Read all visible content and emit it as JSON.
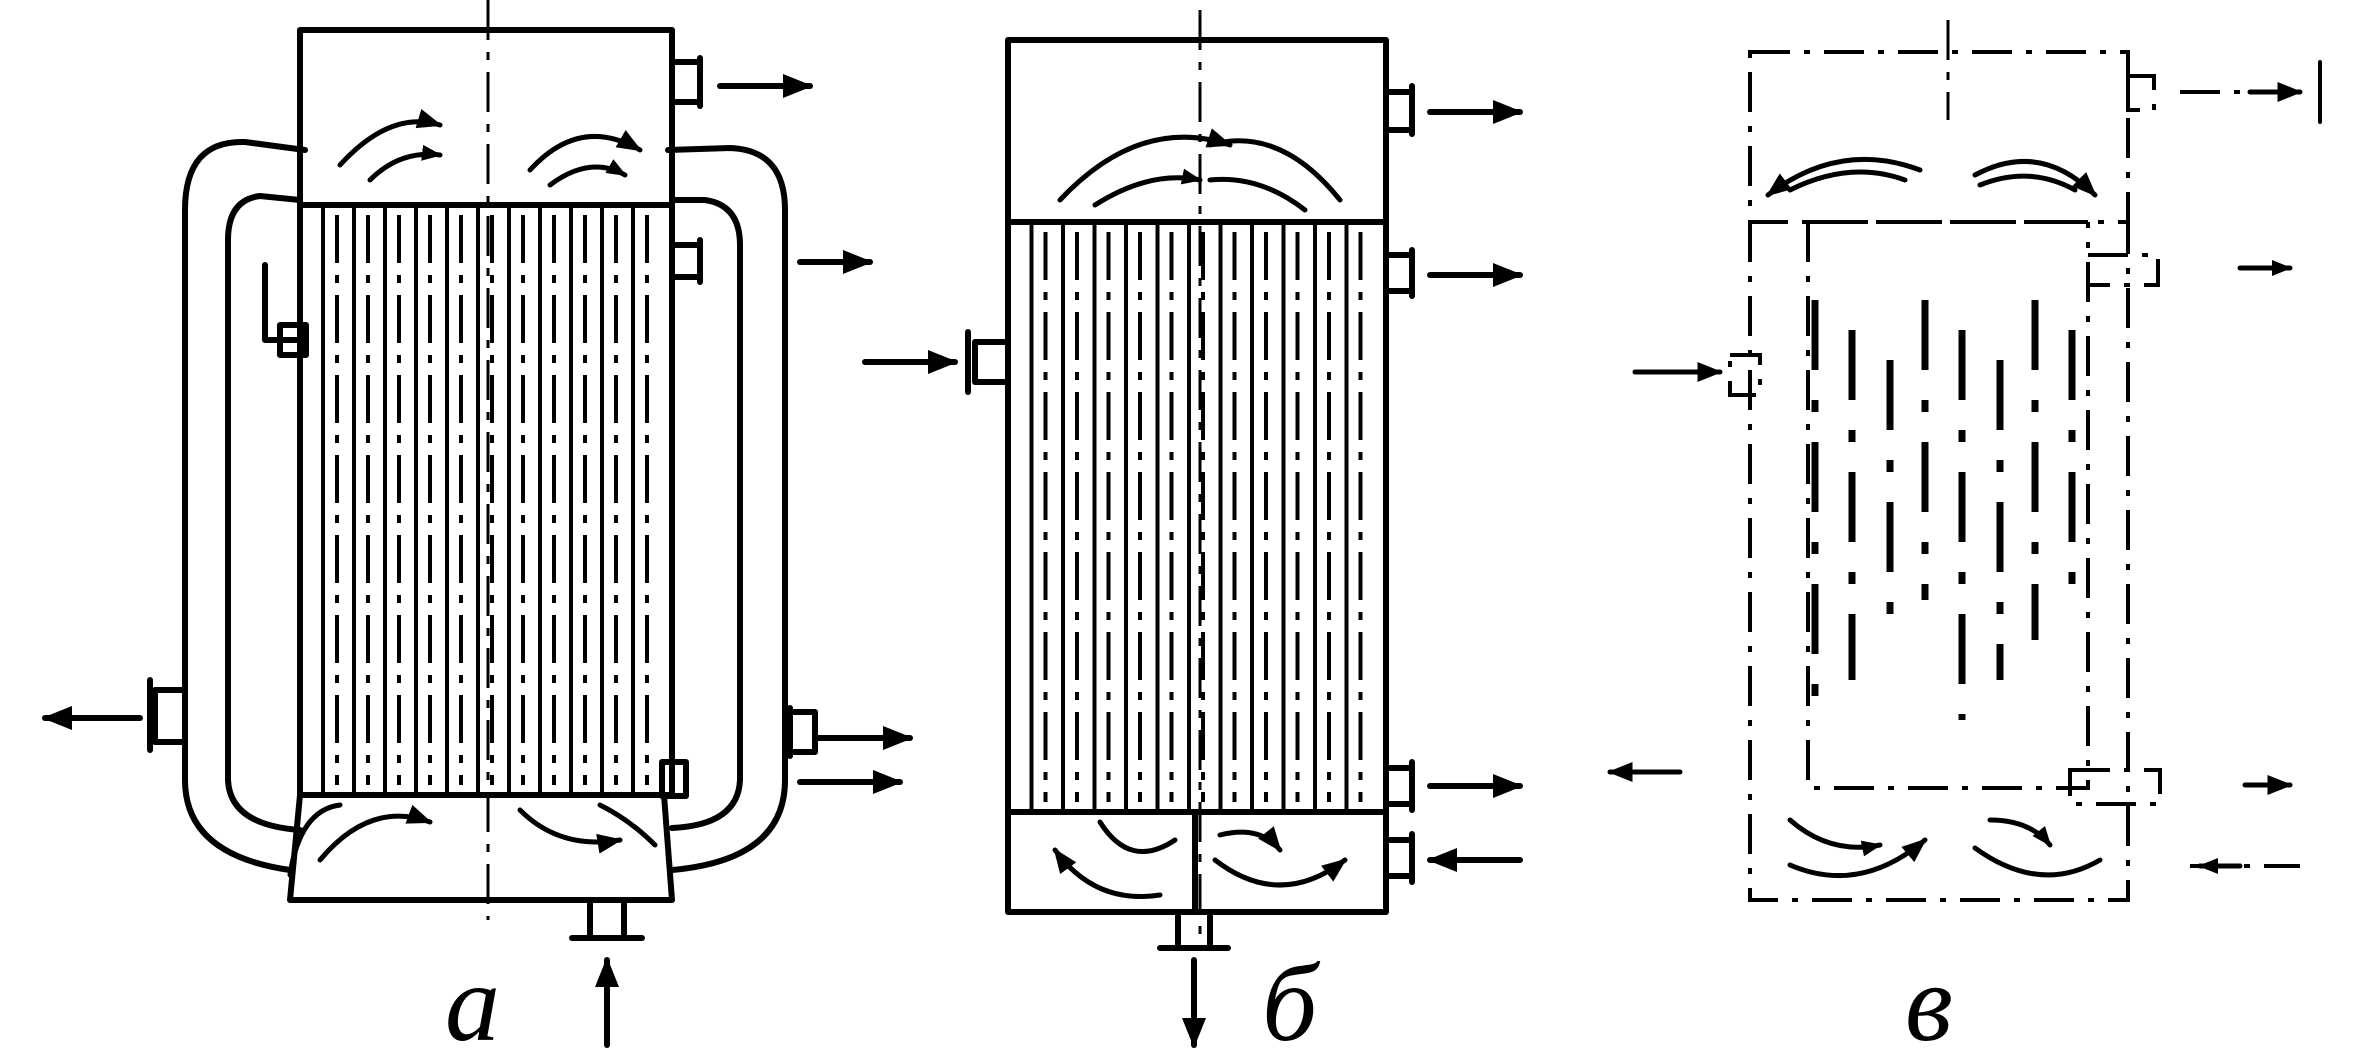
{
  "captions": {
    "a": "а",
    "b": "б",
    "c": "в"
  }
}
